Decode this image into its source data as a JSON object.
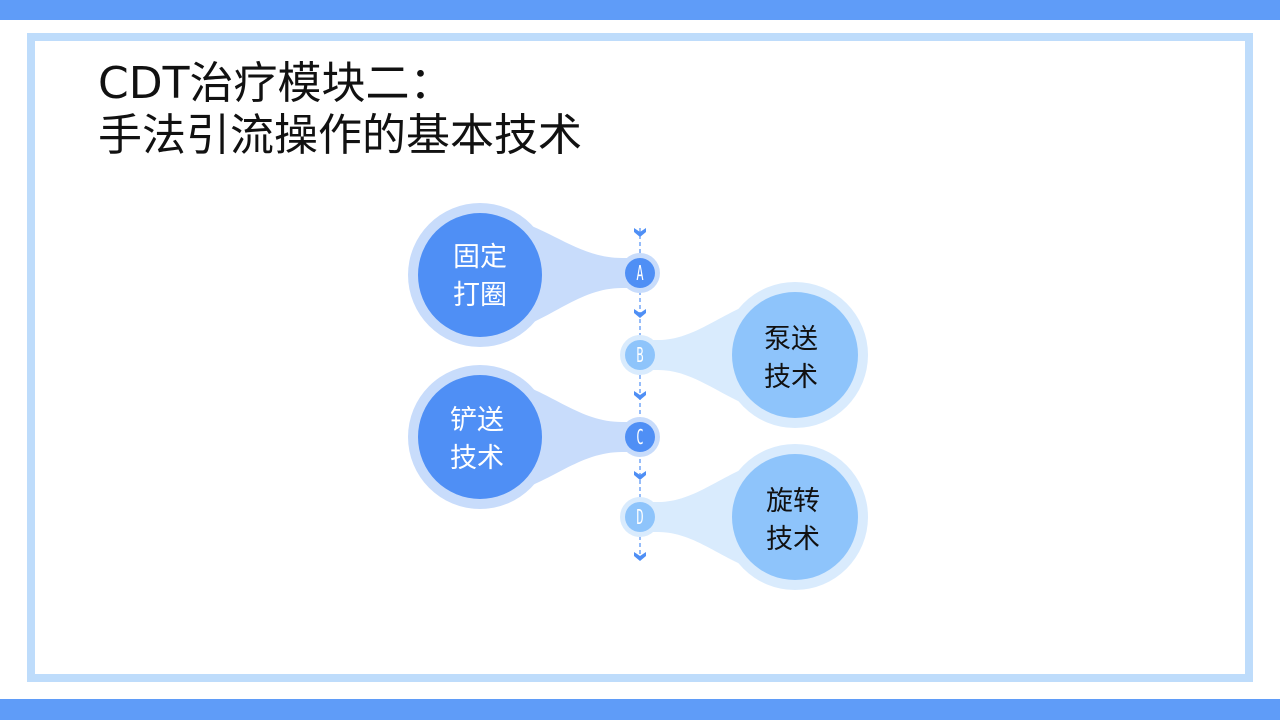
{
  "slide": {
    "title_line1": "CDT治疗模块二：",
    "title_line2": "手法引流操作的基本技术"
  },
  "colors": {
    "band": "#5f9cf8",
    "frame_border": "#bedcfb",
    "dark_node": "#4f8ff5",
    "dark_halo": "#c8dcfb",
    "light_node": "#8ec4fb",
    "light_halo": "#d9ebfd",
    "arrow": "#4f8ff5"
  },
  "steps": [
    {
      "letter": "A",
      "line1": "固定",
      "line2": "打圈",
      "side": "left",
      "style": "dark"
    },
    {
      "letter": "B",
      "line1": "泵送",
      "line2": "技术",
      "side": "right",
      "style": "light"
    },
    {
      "letter": "C",
      "line1": "铲送",
      "line2": "技术",
      "side": "left",
      "style": "dark"
    },
    {
      "letter": "D",
      "line1": "旋转",
      "line2": "技术",
      "side": "right",
      "style": "light"
    }
  ]
}
